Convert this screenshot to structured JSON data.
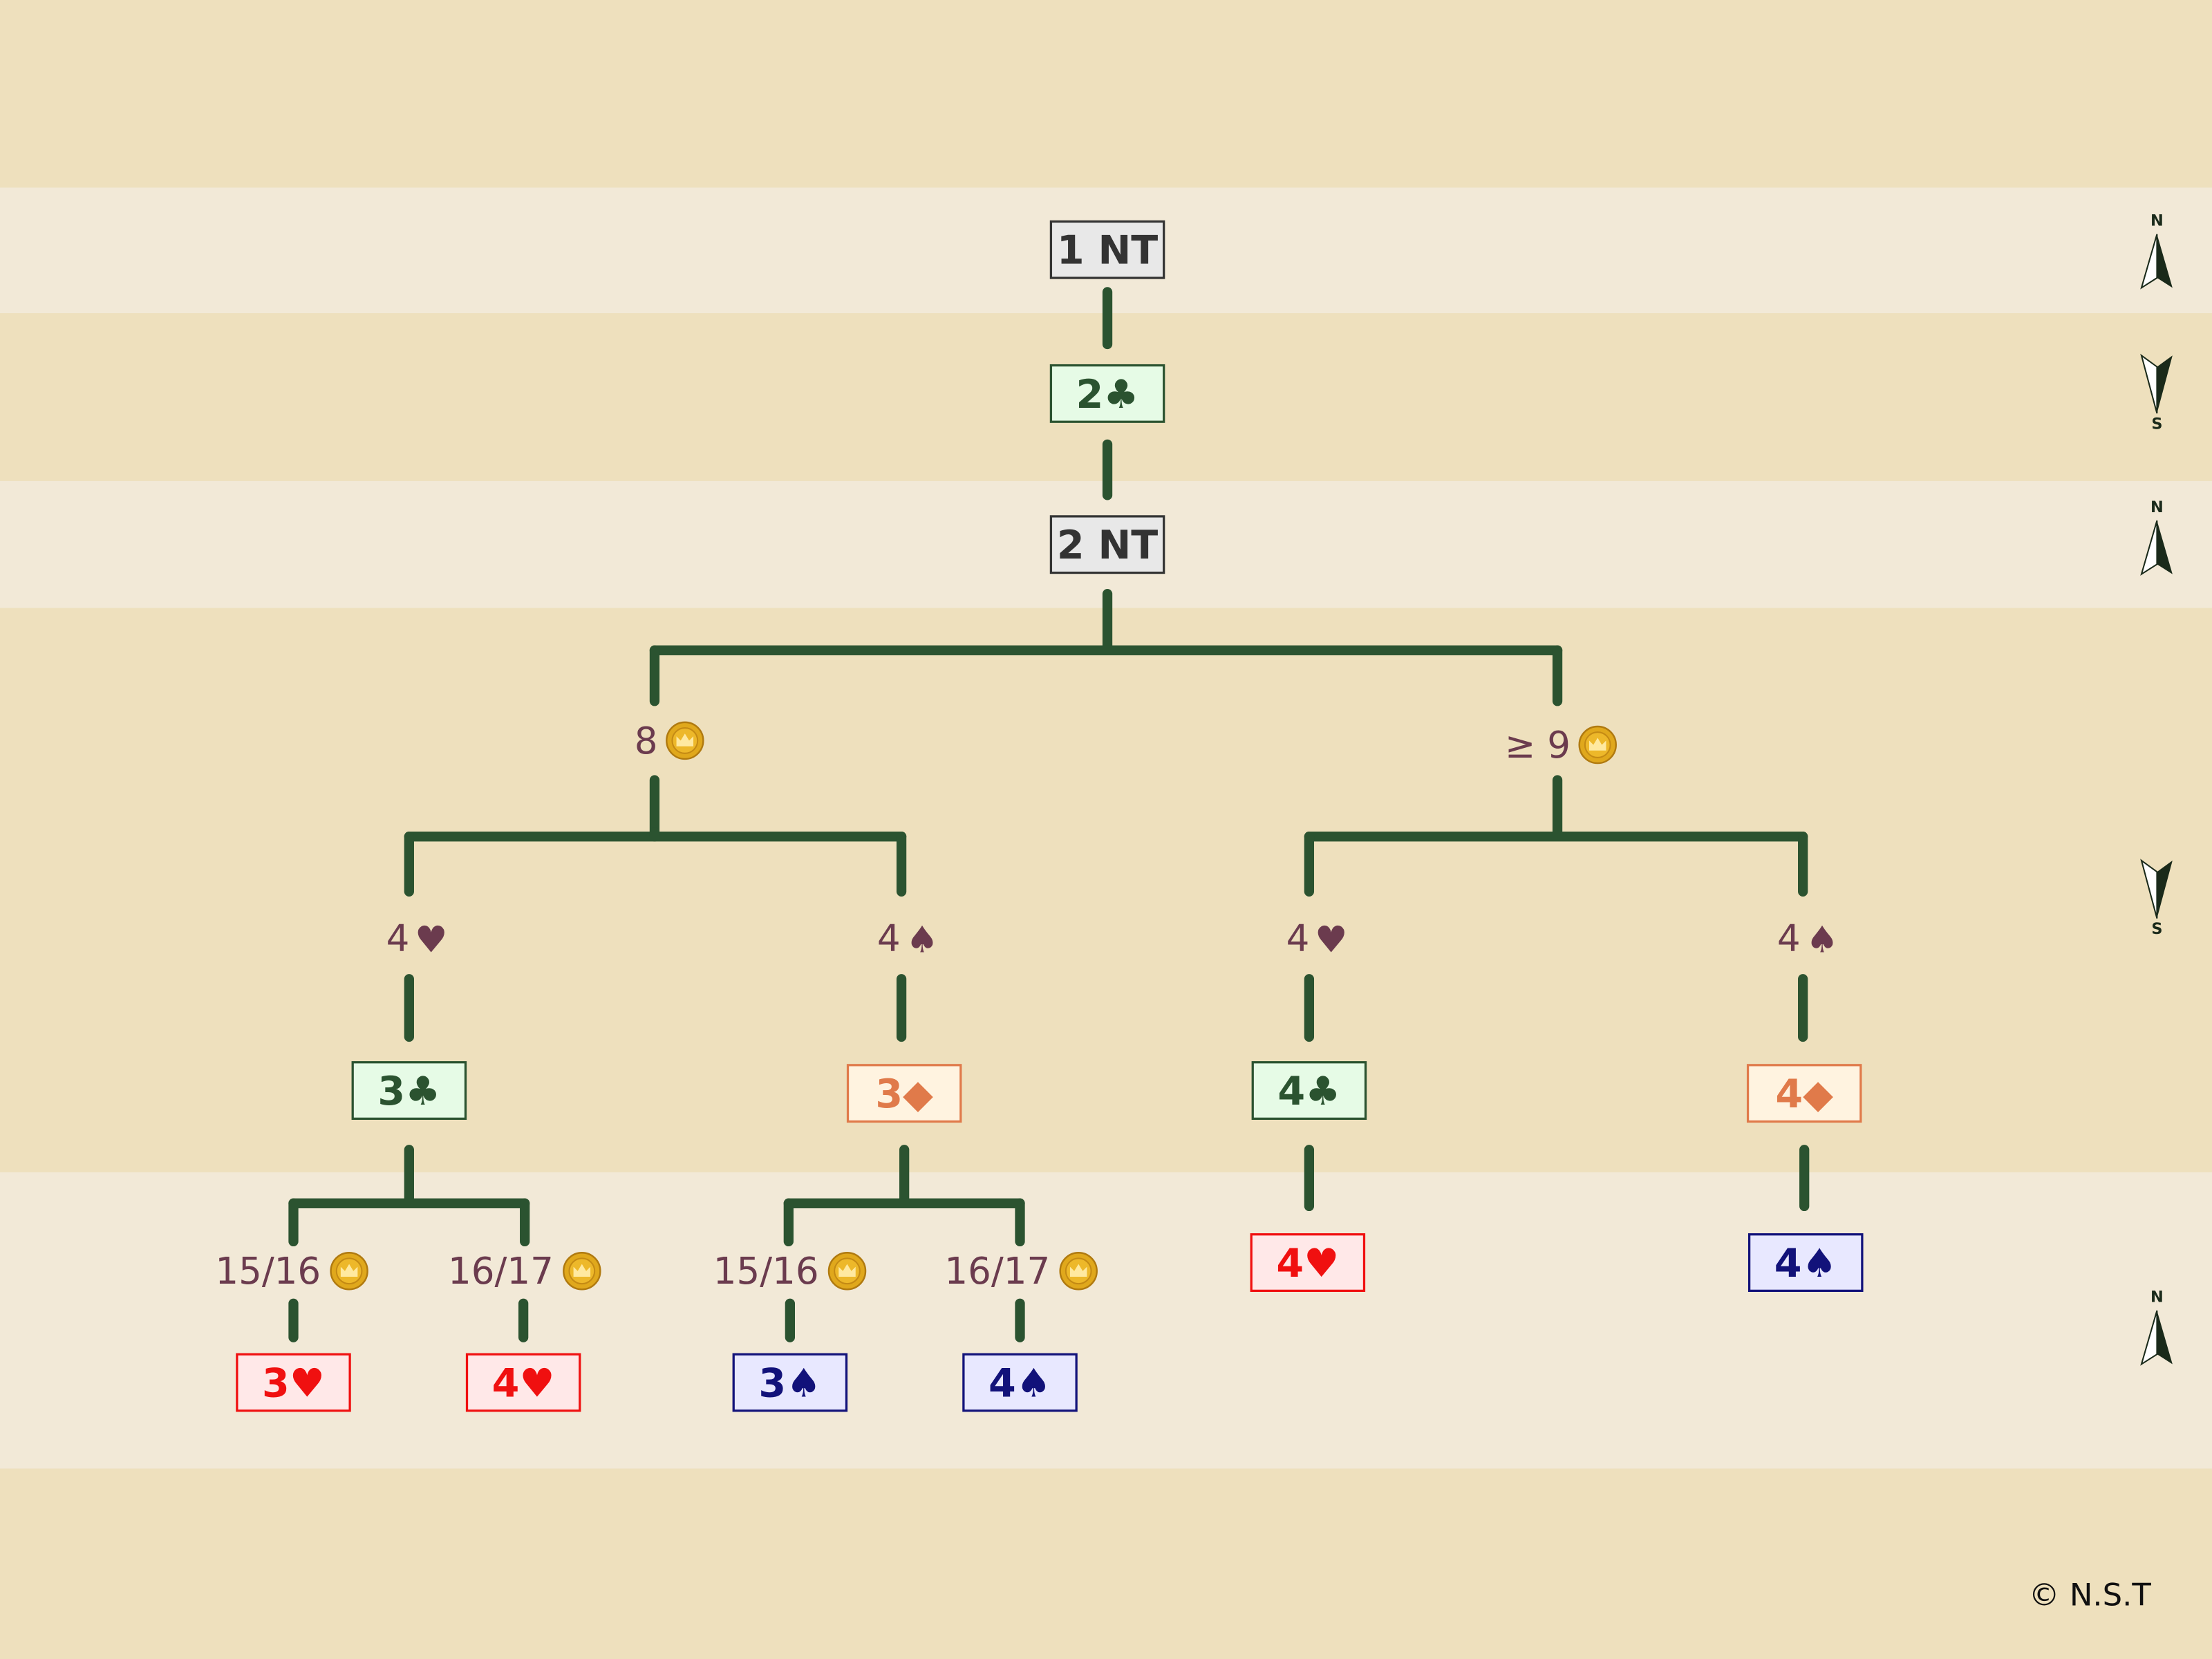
{
  "colors": {
    "background": "#EEE0BD",
    "band": "#F2E9D7",
    "connector": "#2B5330",
    "label_text": "#6B3B4E",
    "hearts": "#F01010",
    "spades": "#12127A",
    "diamonds": "#E07A4A",
    "clubs": "#2B5330",
    "notrump": "#333333"
  },
  "bids": [
    {
      "label": "1 NT",
      "suit": "notrump"
    },
    {
      "label": "2♣",
      "suit": "clubs"
    },
    {
      "label": "2 NT",
      "suit": "notrump"
    },
    {
      "label": "3♣",
      "suit": "clubs"
    },
    {
      "label": "3◆",
      "suit": "diamonds"
    },
    {
      "label": "4♣",
      "suit": "clubs"
    },
    {
      "label": "4◆",
      "suit": "diamonds"
    },
    {
      "label": "3♥",
      "suit": "hearts"
    },
    {
      "label": "4♥",
      "suit": "hearts"
    },
    {
      "label": "3♠",
      "suit": "spades"
    },
    {
      "label": "4♠",
      "suit": "spades"
    },
    {
      "label": "4♥",
      "suit": "hearts"
    },
    {
      "label": "4♠",
      "suit": "spades"
    }
  ],
  "conditions": [
    {
      "text": "8",
      "icon": "coin-crown-icon"
    },
    {
      "text": "≥ 9",
      "icon": "coin-crown-icon"
    },
    {
      "text": "4",
      "suit_symbol": "♥",
      "suit": "hearts"
    },
    {
      "text": "4",
      "suit_symbol": "♠",
      "suit": "spades"
    },
    {
      "text": "4",
      "suit_symbol": "♥",
      "suit": "hearts"
    },
    {
      "text": "4",
      "suit_symbol": "♠",
      "suit": "spades"
    },
    {
      "text": "15/16",
      "icon": "coin-crown-icon"
    },
    {
      "text": "16/17",
      "icon": "coin-crown-icon"
    },
    {
      "text": "15/16",
      "icon": "coin-crown-icon"
    },
    {
      "text": "16/17",
      "icon": "coin-crown-icon"
    }
  ],
  "compass": [
    {
      "letter": "N"
    },
    {
      "letter": "S"
    },
    {
      "letter": "N"
    },
    {
      "letter": "S"
    },
    {
      "letter": "N"
    }
  ],
  "copyright": "© N.S.T"
}
